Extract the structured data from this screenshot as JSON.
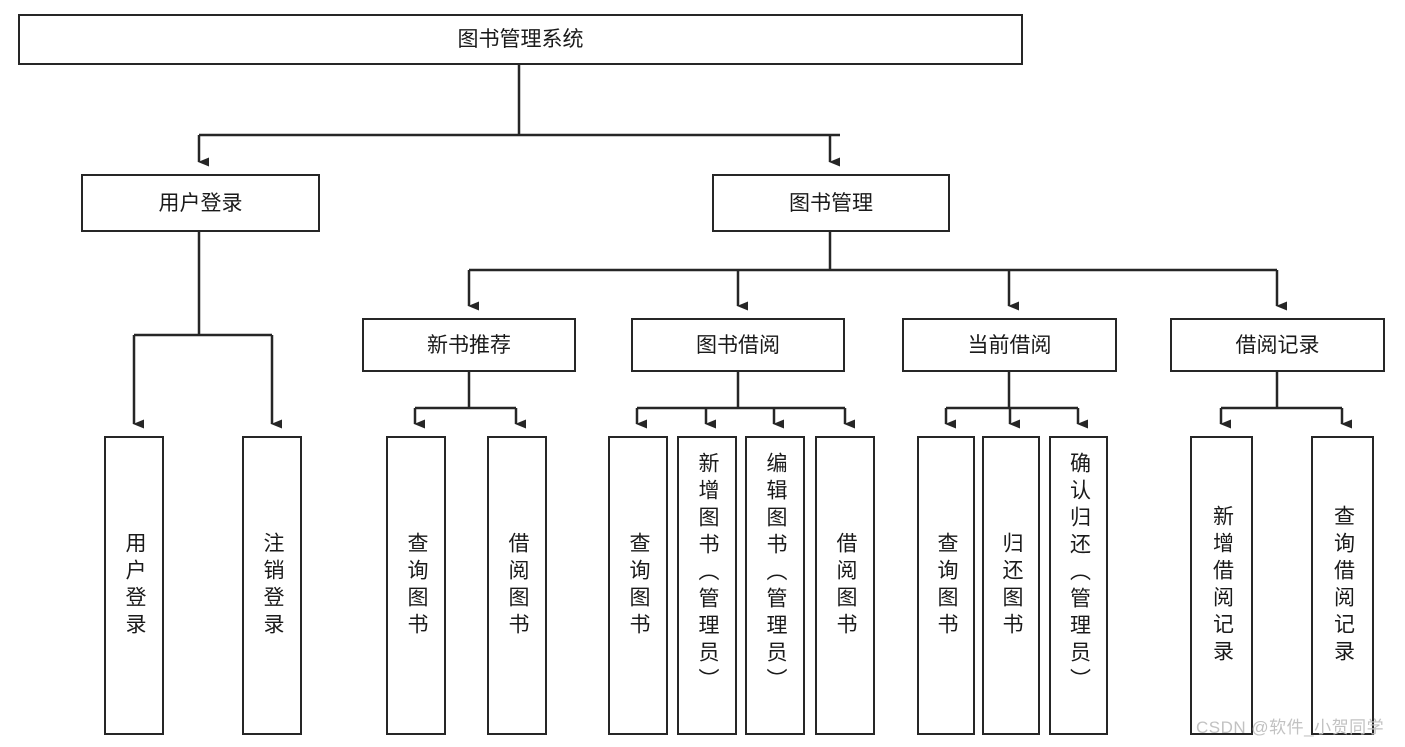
{
  "diagram": {
    "title": "图书管理系统",
    "type": "tree",
    "root": {
      "label": "图书管理系统"
    },
    "level2": [
      {
        "label": "用户登录"
      },
      {
        "label": "图书管理"
      }
    ],
    "level3": [
      {
        "label": "新书推荐"
      },
      {
        "label": "图书借阅"
      },
      {
        "label": "当前借阅"
      },
      {
        "label": "借阅记录"
      }
    ],
    "leaves": {
      "user_login": [
        {
          "label": "用户登录"
        },
        {
          "label": "注销登录"
        }
      ],
      "new_book": [
        {
          "label": "查询图书"
        },
        {
          "label": "借阅图书"
        }
      ],
      "book_borrow": [
        {
          "label": "查询图书"
        },
        {
          "label": "新增图书（管理员）"
        },
        {
          "label": "编辑图书（管理员）"
        },
        {
          "label": "借阅图书"
        }
      ],
      "current_borrow": [
        {
          "label": "查询图书"
        },
        {
          "label": "归还图书"
        },
        {
          "label": "确认归还（管理员）"
        }
      ],
      "borrow_record": [
        {
          "label": "新增借阅记录"
        },
        {
          "label": "查询借阅记录"
        }
      ]
    }
  },
  "watermark": {
    "text": "CSDN @软件_小贺同学"
  },
  "colors": {
    "stroke": "#262626",
    "background": "#ffffff",
    "text": "#1a1a1a",
    "watermark": "#c2c2c2"
  }
}
